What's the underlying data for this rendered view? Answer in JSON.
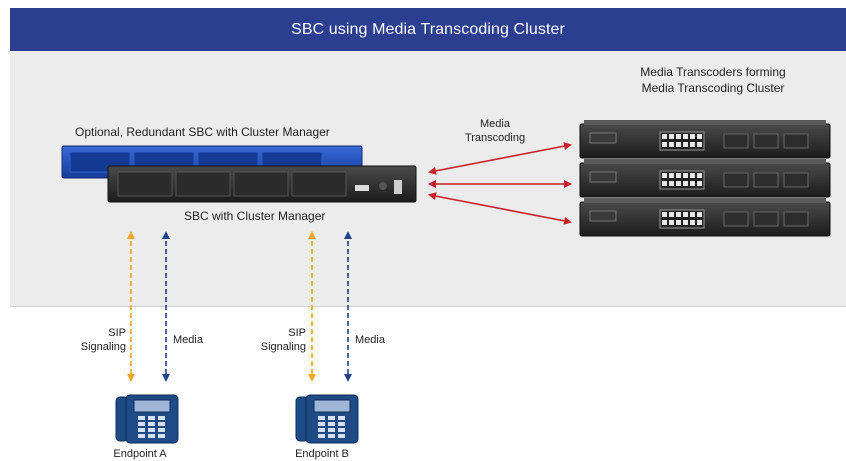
{
  "title": "SBC using Media Transcoding Cluster",
  "labels": {
    "transcoders_line1": "Media Transcoders forming",
    "transcoders_line2": "Media Transcoding Cluster",
    "redundant_sbc": "Optional, Redundant SBC with Cluster Manager",
    "sbc": "SBC with Cluster Manager",
    "media_transcoding_line1": "Media",
    "media_transcoding_line2": "Transcoding",
    "sip_line1": "SIP",
    "sip_line2": "Signaling",
    "media": "Media",
    "endpoint_a": "Endpoint A",
    "endpoint_b": "Endpoint B"
  },
  "colors": {
    "title_bar": "#2b3e8f",
    "panel": "#ececec",
    "sip_arrow": "#f5a623",
    "media_arrow": "#23408e",
    "transcoding_arrow": "#c8202a",
    "redundant_sbc": "#1f4fb8",
    "sbc": "#2a2a2a",
    "phone": "#1e4a86"
  },
  "icons": {
    "redundant_sbc": "rack-server-icon",
    "sbc": "rack-server-icon",
    "transcoder": "rack-server-icon",
    "endpoint": "desk-phone-icon"
  }
}
